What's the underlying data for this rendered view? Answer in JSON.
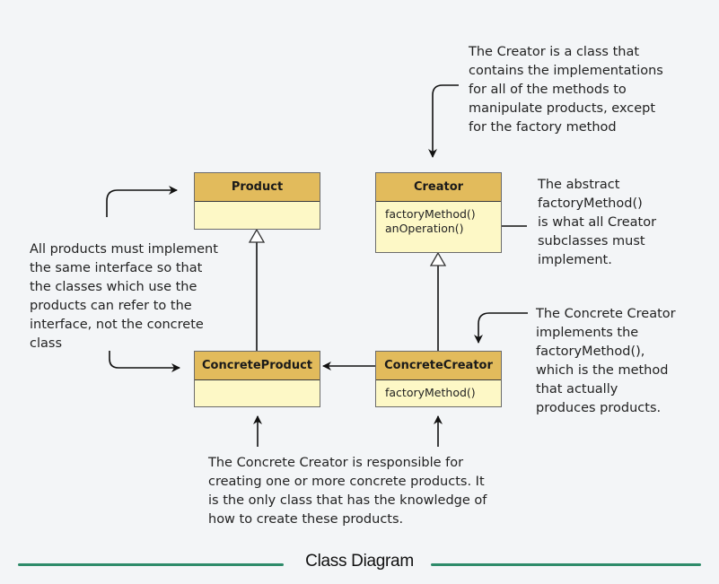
{
  "title": "Class Diagram",
  "colors": {
    "class_header": "#e2bb5c",
    "class_body": "#fdf8c6",
    "footer_rule": "#2e8b6a",
    "background": "#f3f5f7"
  },
  "classes": {
    "product": {
      "name": "Product",
      "methods": []
    },
    "creator": {
      "name": "Creator",
      "methods": [
        "factoryMethod()",
        "anOperation()"
      ]
    },
    "concrete_product": {
      "name": "ConcreteProduct",
      "methods": []
    },
    "concrete_creator": {
      "name": "ConcreteCreator",
      "methods": [
        "factoryMethod()"
      ]
    }
  },
  "relations": [
    {
      "from": "ConcreteProduct",
      "to": "Product",
      "type": "inheritance"
    },
    {
      "from": "ConcreteCreator",
      "to": "Creator",
      "type": "inheritance"
    },
    {
      "from": "ConcreteCreator",
      "to": "ConcreteProduct",
      "type": "association"
    }
  ],
  "notes": {
    "creator": [
      "The Creator is a class that",
      "contains the implementations",
      "for all of the methods to",
      "manipulate products, except",
      "for the factory method"
    ],
    "abstract": [
      "The abstract",
      "factoryMethod()",
      "is what all Creator",
      "subclasses must",
      "implement."
    ],
    "products": [
      "All products must implement",
      "the same interface so that",
      "the classes which use the",
      "products can refer to the",
      "interface, not the concrete",
      "class"
    ],
    "concrete_creator": [
      "The Concrete Creator",
      "implements the",
      "factoryMethod(),",
      "which is the method",
      "that actually",
      "produces products."
    ],
    "responsible": [
      "The Concrete Creator is responsible for",
      "creating one or more concrete products. It",
      "is the only class that has the knowledge of",
      "how to create these products."
    ]
  }
}
